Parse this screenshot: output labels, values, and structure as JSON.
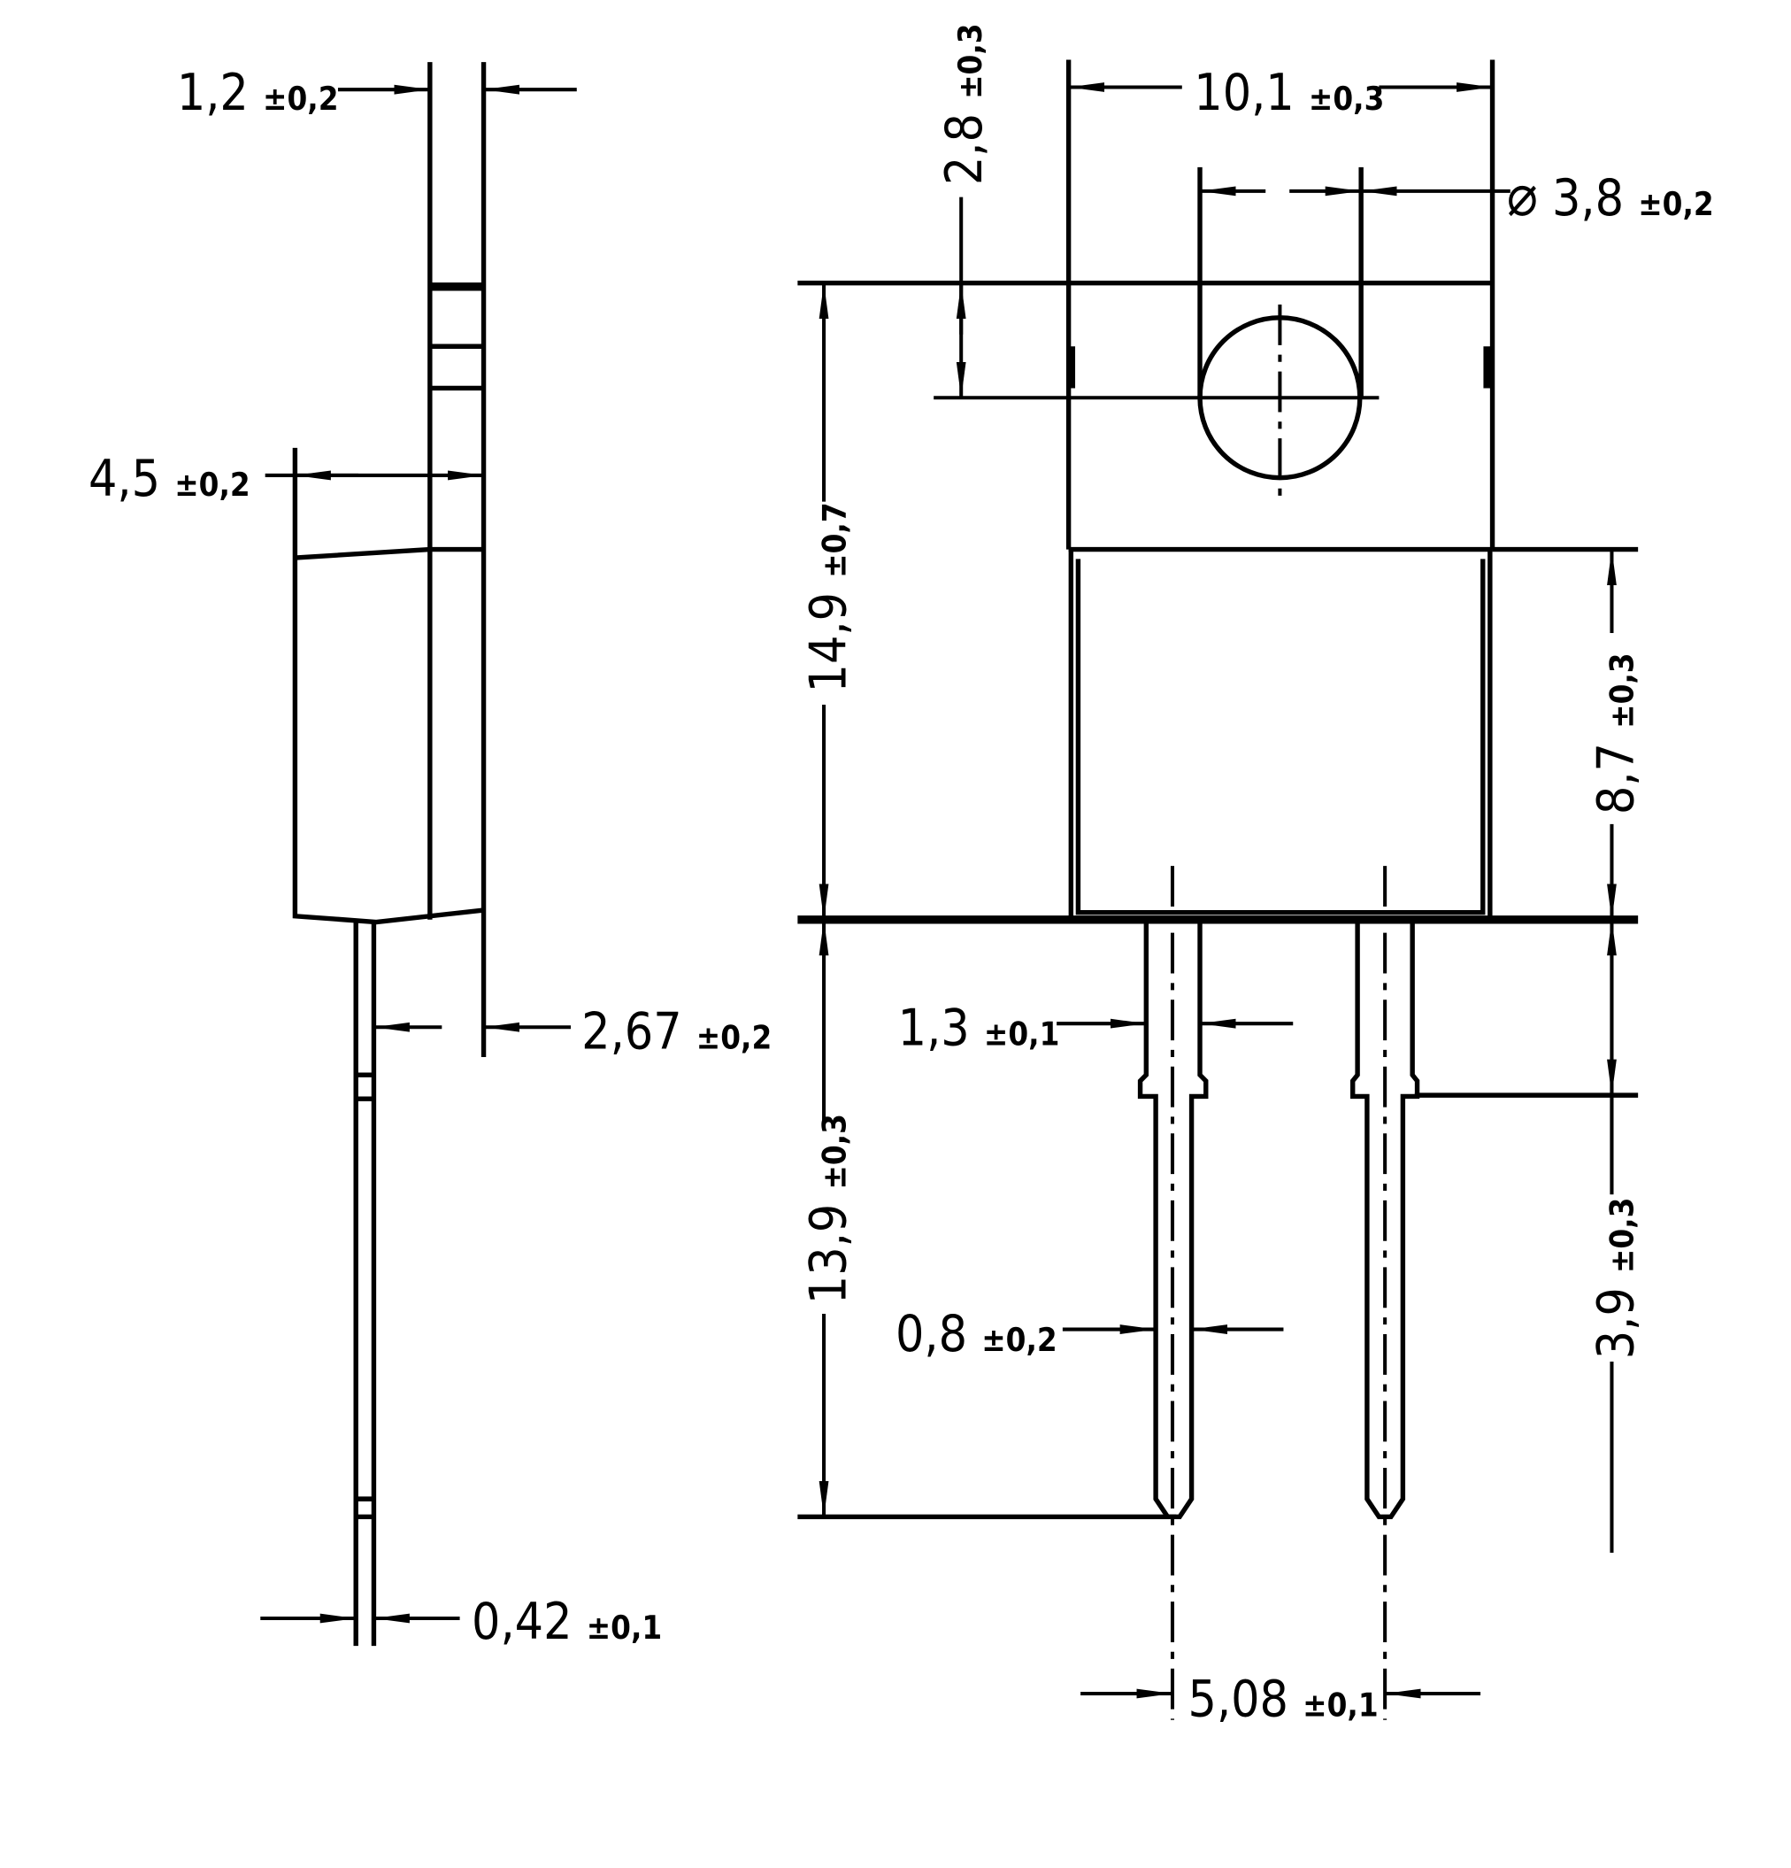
{
  "side_view": {
    "dim_1_2": {
      "value": "1,2",
      "tol": "±0,2"
    },
    "dim_4_5": {
      "value": "4,5",
      "tol": "±0,2"
    },
    "dim_2_67": {
      "value": "2,67",
      "tol": "±0,2"
    },
    "dim_0_42": {
      "value": "0,42",
      "tol": "±0,1"
    }
  },
  "front_view": {
    "dim_10_1": {
      "value": "10,1",
      "tol": "±0,3"
    },
    "dim_2_8": {
      "value": "2,8",
      "tol": "±0,3"
    },
    "dim_hole": {
      "symbol": "⌀",
      "value": "3,8",
      "tol": "±0,2"
    },
    "dim_14_9": {
      "value": "14,9",
      "tol": "±0,7"
    },
    "dim_8_7": {
      "value": "8,7",
      "tol": "±0,3"
    },
    "dim_1_3": {
      "value": "1,3",
      "tol": "±0,1"
    },
    "dim_13_9": {
      "value": "13,9",
      "tol": "±0,3"
    },
    "dim_3_9": {
      "value": "3,9",
      "tol": "±0,3"
    },
    "dim_0_8": {
      "value": "0,8",
      "tol": "±0,2"
    },
    "dim_5_08": {
      "value": "5,08",
      "tol": "±0,1"
    }
  }
}
